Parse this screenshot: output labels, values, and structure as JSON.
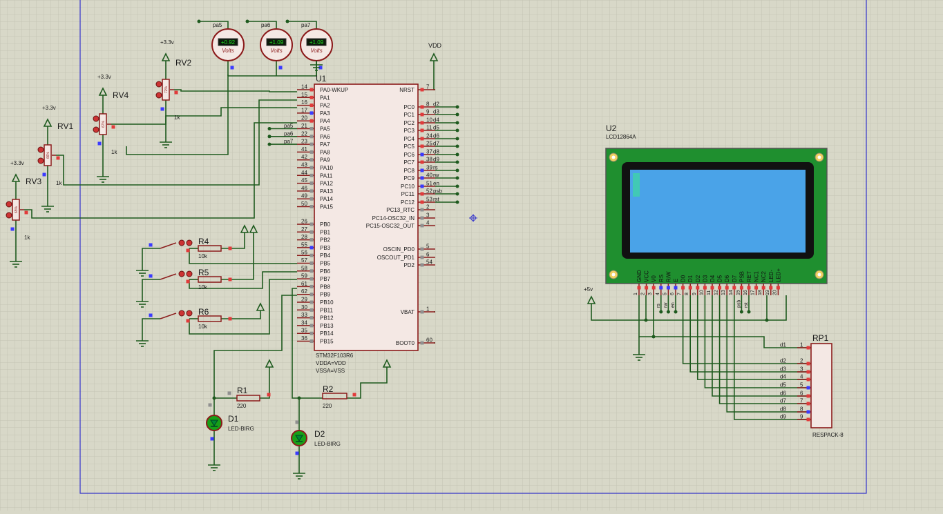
{
  "colors": {
    "background": "#d8d8c8",
    "grid": "#c4c4b4",
    "wire": "#1e5a1e",
    "component": "#8b1a1a",
    "body": "#f4e8e4",
    "frame": "#3333cc",
    "pin_red": "#e23b3b",
    "pin_blue": "#3b3bff",
    "pin_grey": "#909090",
    "lcd_screen": "#4aa3e8",
    "lcd_board": "#1f8f2f",
    "led_fill": "#18a018"
  },
  "power": {
    "vdd": "VDD",
    "v33": "+3.3v",
    "v5": "+5v"
  },
  "mcu": {
    "ref": "U1",
    "part": "STM32F103R6",
    "attr1": "VDDA=VDD",
    "attr2": "VSSA=VSS",
    "left_pins": [
      {
        "num": "14",
        "name": "PA0-WKUP"
      },
      {
        "num": "15",
        "name": "PA1"
      },
      {
        "num": "16",
        "name": "PA2"
      },
      {
        "num": "17",
        "name": "PA3"
      },
      {
        "num": "20",
        "name": "PA4"
      },
      {
        "num": "21",
        "name": "PA5"
      },
      {
        "num": "22",
        "name": "PA6"
      },
      {
        "num": "23",
        "name": "PA7"
      },
      {
        "num": "41",
        "name": "PA8"
      },
      {
        "num": "42",
        "name": "PA9"
      },
      {
        "num": "43",
        "name": "PA10"
      },
      {
        "num": "44",
        "name": "PA11"
      },
      {
        "num": "45",
        "name": "PA12"
      },
      {
        "num": "46",
        "name": "PA13"
      },
      {
        "num": "49",
        "name": "PA14"
      },
      {
        "num": "50",
        "name": "PA15"
      },
      {
        "num": "26",
        "name": "PB0"
      },
      {
        "num": "27",
        "name": "PB1"
      },
      {
        "num": "28",
        "name": "PB2"
      },
      {
        "num": "55",
        "name": "PB3"
      },
      {
        "num": "56",
        "name": "PB4"
      },
      {
        "num": "57",
        "name": "PB5"
      },
      {
        "num": "58",
        "name": "PB6"
      },
      {
        "num": "59",
        "name": "PB7"
      },
      {
        "num": "61",
        "name": "PB8"
      },
      {
        "num": "62",
        "name": "PB9"
      },
      {
        "num": "29",
        "name": "PB10"
      },
      {
        "num": "30",
        "name": "PB11"
      },
      {
        "num": "33",
        "name": "PB12"
      },
      {
        "num": "34",
        "name": "PB13"
      },
      {
        "num": "35",
        "name": "PB14"
      },
      {
        "num": "36",
        "name": "PB15"
      }
    ],
    "left_nets": [
      "",
      "",
      "",
      "",
      "",
      "pa5",
      "pa6",
      "pa7"
    ],
    "right_pins": [
      {
        "num": "7",
        "name": "NRST",
        "net": ""
      },
      {
        "num": "8",
        "name": "PC0",
        "net": "d2"
      },
      {
        "num": "9",
        "name": "PC1",
        "net": "d3"
      },
      {
        "num": "10",
        "name": "PC2",
        "net": "d4"
      },
      {
        "num": "11",
        "name": "PC3",
        "net": "d5"
      },
      {
        "num": "24",
        "name": "PC4",
        "net": "d6"
      },
      {
        "num": "25",
        "name": "PC5",
        "net": "d7"
      },
      {
        "num": "37",
        "name": "PC6",
        "net": "d8"
      },
      {
        "num": "38",
        "name": "PC7",
        "net": "d9"
      },
      {
        "num": "39",
        "name": "PC8",
        "net": "rs"
      },
      {
        "num": "40",
        "name": "PC9",
        "net": "rw"
      },
      {
        "num": "51",
        "name": "PC10",
        "net": "en"
      },
      {
        "num": "52",
        "name": "PC11",
        "net": "psb"
      },
      {
        "num": "53",
        "name": "PC12",
        "net": "rst"
      },
      {
        "num": "2",
        "name": "PC13_RTC",
        "net": ""
      },
      {
        "num": "3",
        "name": "PC14-OSC32_IN",
        "net": ""
      },
      {
        "num": "4",
        "name": "PC15-OSC32_OUT",
        "net": ""
      },
      {
        "num": "5",
        "name": "OSCIN_PD0",
        "net": ""
      },
      {
        "num": "6",
        "name": "OSCOUT_PD1",
        "net": ""
      },
      {
        "num": "54",
        "name": "PD2",
        "net": ""
      },
      {
        "num": "1",
        "name": "VBAT",
        "net": ""
      },
      {
        "num": "60",
        "name": "BOOT0",
        "net": ""
      }
    ]
  },
  "voltmeters": [
    {
      "net": "pa5",
      "reading": "+0.92",
      "unit": "Volts"
    },
    {
      "net": "pa6",
      "reading": "+1.09",
      "unit": "Volts"
    },
    {
      "net": "pa7",
      "reading": "+1.09",
      "unit": "Volts"
    }
  ],
  "pots": [
    {
      "ref": "RV2",
      "value": "1k",
      "pct": "72%",
      "supply": "+3.3v"
    },
    {
      "ref": "RV4",
      "value": "1k",
      "pct": "67%",
      "supply": "+3.3v"
    },
    {
      "ref": "RV1",
      "value": "1k",
      "pct": "66%",
      "supply": "+3.3v"
    },
    {
      "ref": "RV3",
      "value": "1k",
      "pct": "65%",
      "supply": "+3.3v"
    }
  ],
  "resistors": [
    {
      "ref": "R4",
      "value": "10k"
    },
    {
      "ref": "R5",
      "value": "10k"
    },
    {
      "ref": "R6",
      "value": "10k"
    },
    {
      "ref": "R1",
      "value": "220"
    },
    {
      "ref": "R2",
      "value": "220"
    }
  ],
  "leds": [
    {
      "ref": "D1",
      "part": "LED-BIRG"
    },
    {
      "ref": "D2",
      "part": "LED-BIRG"
    }
  ],
  "lcd": {
    "ref": "U2",
    "part": "LCD12864A",
    "pins": [
      {
        "num": "1",
        "name": "GND",
        "net": ""
      },
      {
        "num": "2",
        "name": "VCC",
        "net": ""
      },
      {
        "num": "3",
        "name": "V0",
        "net": ""
      },
      {
        "num": "4",
        "name": "RS",
        "net": "rs"
      },
      {
        "num": "5",
        "name": "R/W",
        "net": "rw"
      },
      {
        "num": "6",
        "name": "E",
        "net": "en"
      },
      {
        "num": "7",
        "name": "D0",
        "net": ""
      },
      {
        "num": "8",
        "name": "D1",
        "net": ""
      },
      {
        "num": "9",
        "name": "D2",
        "net": ""
      },
      {
        "num": "10",
        "name": "D3",
        "net": ""
      },
      {
        "num": "11",
        "name": "D4",
        "net": ""
      },
      {
        "num": "12",
        "name": "D5",
        "net": ""
      },
      {
        "num": "13",
        "name": "D6",
        "net": ""
      },
      {
        "num": "14",
        "name": "D7",
        "net": ""
      },
      {
        "num": "15",
        "name": "PSB",
        "net": "psb"
      },
      {
        "num": "16",
        "name": "RET",
        "net": "rst"
      },
      {
        "num": "17",
        "name": "NC1",
        "net": ""
      },
      {
        "num": "18",
        "name": "NC2",
        "net": ""
      },
      {
        "num": "19",
        "name": "LED-",
        "net": ""
      },
      {
        "num": "20",
        "name": "LED+",
        "net": ""
      }
    ]
  },
  "respack": {
    "ref": "RP1",
    "part": "RESPACK-8",
    "pins": [
      {
        "num": "1",
        "net": "d1"
      },
      {
        "num": "2",
        "net": "d2"
      },
      {
        "num": "3",
        "net": "d3"
      },
      {
        "num": "4",
        "net": "d4"
      },
      {
        "num": "5",
        "net": "d5"
      },
      {
        "num": "6",
        "net": "d6"
      },
      {
        "num": "7",
        "net": "d7"
      },
      {
        "num": "8",
        "net": "d8"
      },
      {
        "num": "9",
        "net": "d9"
      }
    ]
  }
}
